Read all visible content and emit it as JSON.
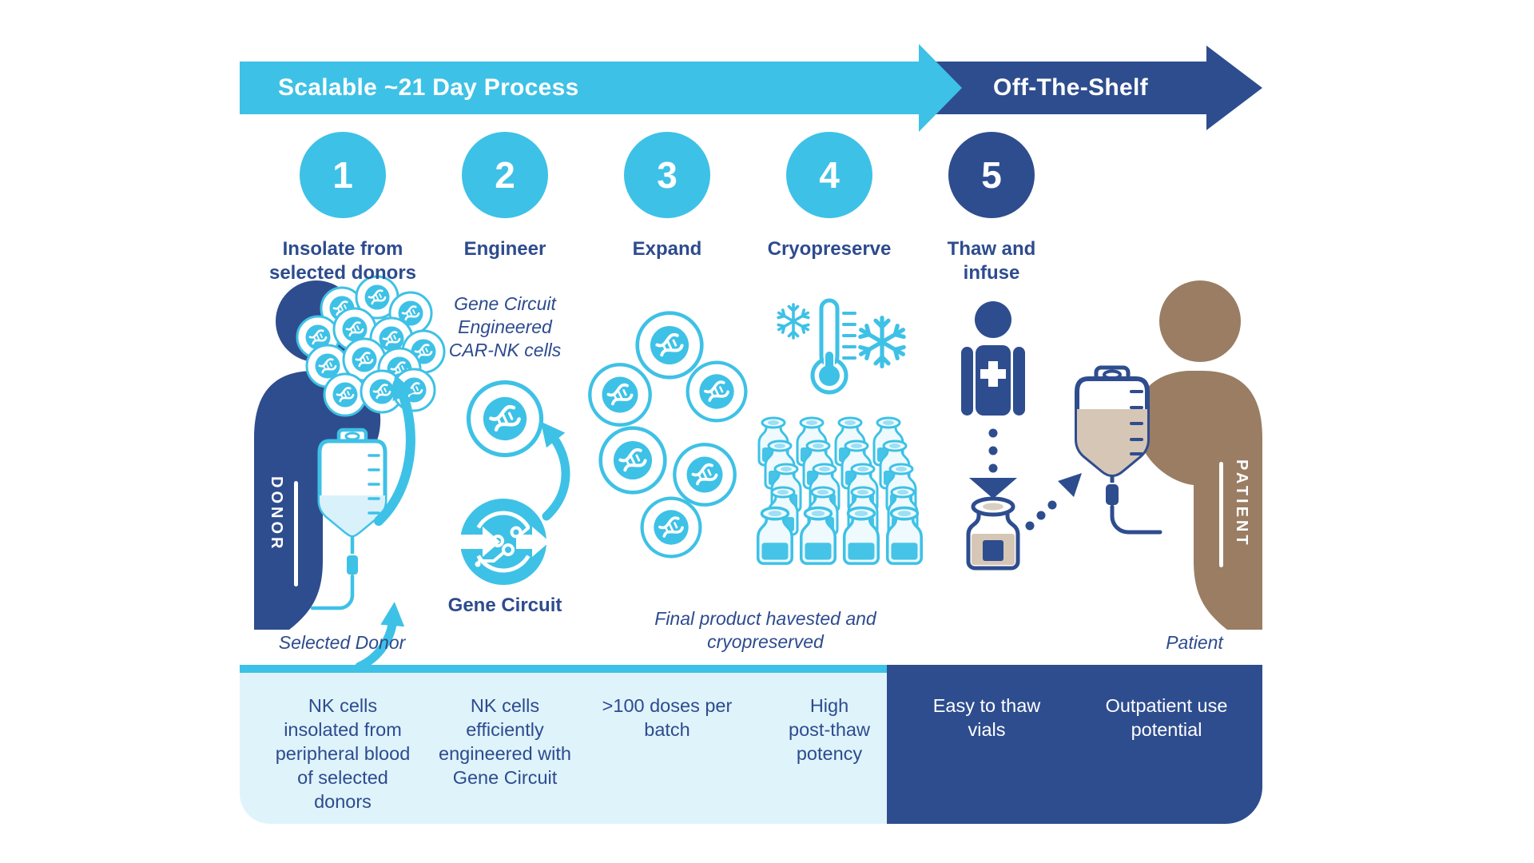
{
  "banner": {
    "process": "Scalable ~21 Day Process",
    "shelf": "Off-The-Shelf"
  },
  "steps": [
    {
      "number": "1",
      "label": "Insolate from\nselected donors"
    },
    {
      "number": "2",
      "label": "Engineer"
    },
    {
      "number": "3",
      "label": "Expand"
    },
    {
      "number": "4",
      "label": "Cryopreserve"
    },
    {
      "number": "5",
      "label": "Thaw and\ninfuse"
    }
  ],
  "annotations": {
    "gene_circuit_note": "Gene Circuit\nEngineered\nCAR-NK cells",
    "gene_circuit_label": "Gene Circuit",
    "donor_caption": "Selected Donor",
    "expand_caption": "Final product havested and\ncryopreserved",
    "patient_caption": "Patient",
    "donor_vertical": "DONOR",
    "patient_vertical": "PATIENT"
  },
  "benefits": {
    "light": [
      "NK cells\ninsolated from\nperipheral blood\nof selected\ndonors",
      "NK cells\nefficiently\nengineered with\nGene Circuit",
      ">100 doses per\nbatch",
      "High\npost-thaw\npotency"
    ],
    "dark": [
      "Easy to thaw\nvials",
      "Outpatient use\npotential"
    ]
  },
  "icons": [
    "donor-figure",
    "nk-cell-cluster",
    "iv-bag",
    "curved-arrow",
    "nk-cell",
    "gene-circuit-icon",
    "expanded-cells",
    "thermometer-icon",
    "snowflake-icon",
    "vial-grid",
    "caregiver-figure",
    "dotted-arrow",
    "thawed-vial",
    "infusion-bag",
    "patient-figure"
  ],
  "colors": {
    "cyan": "#3ec1e6",
    "navy": "#2e4d8e",
    "text_navy": "#2d4b8e",
    "pale_blue": "#dff3fb",
    "liquid_blue": "#d9f1fb",
    "tan": "#d6c6b6",
    "brown": "#9a7d63",
    "white": "#ffffff"
  }
}
